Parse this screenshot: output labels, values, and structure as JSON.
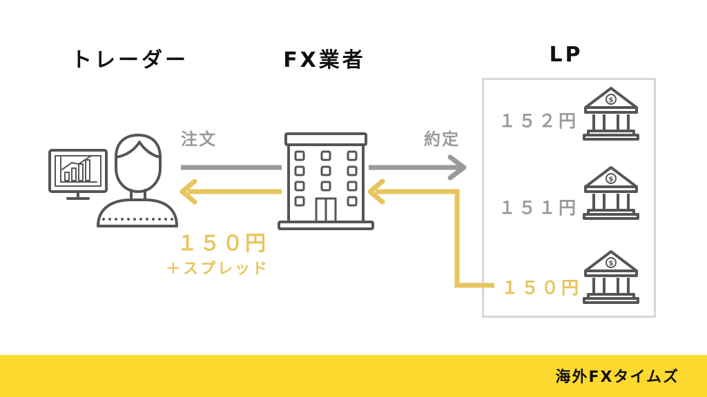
{
  "headings": {
    "trader": "トレーダー",
    "fx_broker": "FX業者",
    "lp": "LP"
  },
  "flow": {
    "order": "注文",
    "execution": "約定",
    "quote_price": "１５０円",
    "spread": "＋スプレッド"
  },
  "lp_quotes": [
    {
      "price": "１５２円"
    },
    {
      "price": "１５１円"
    },
    {
      "price": "１５０円"
    }
  ],
  "footer": {
    "brand": "海外FXタイムズ"
  },
  "colors": {
    "gray": "#9a9a9a",
    "yellow": "#e7c55c",
    "footer_bg": "#fcd92f",
    "icon_stroke": "#555555"
  },
  "icons": [
    "computer-chart-icon",
    "person-icon",
    "office-building-icon",
    "bank-icon"
  ]
}
